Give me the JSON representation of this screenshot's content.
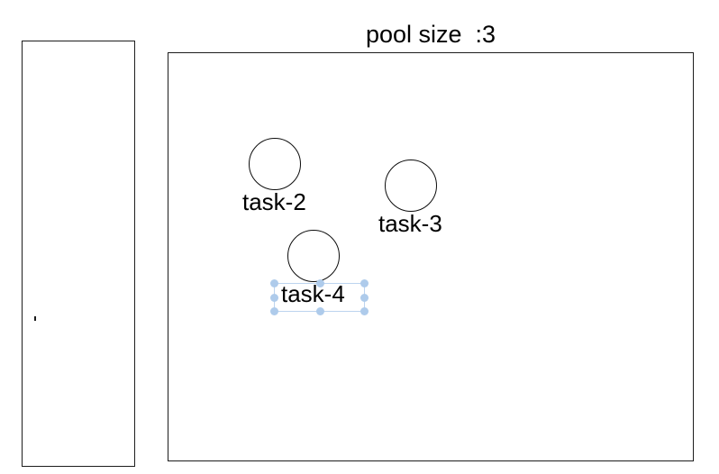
{
  "canvas": {
    "pool_title": "pool size  :3",
    "pool_size": 3,
    "background_color": "#ffffff",
    "border_color": "#1d1d1d"
  },
  "left_panel": {
    "name": "palette-panel",
    "content": "",
    "border_color": "#1d1d1d"
  },
  "selection": {
    "selected_element": "task-4-label",
    "handle_color": "#aecbeb",
    "frame_color": "#bcd4ef",
    "handle_count": 8
  },
  "tasks": [
    {
      "id": "task-2",
      "label": "task-2",
      "shape": "circle",
      "selected": false
    },
    {
      "id": "task-3",
      "label": "task-3",
      "shape": "circle",
      "selected": false
    },
    {
      "id": "task-4",
      "label": "task-4",
      "shape": "circle",
      "selected": true
    }
  ]
}
